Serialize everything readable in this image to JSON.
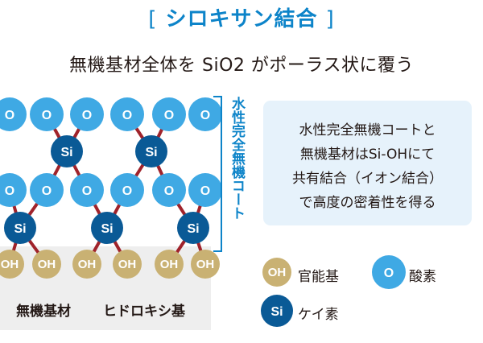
{
  "header": {
    "title_open": "[",
    "title": "シロキサン結合",
    "title_close": "]",
    "subtitle": "無機基材全体を SiO2 がポーラス状に覆う"
  },
  "diagram": {
    "vertical_label": "水性完全無機コート",
    "oxygen_symbol": "O",
    "silicon_symbol": "Si",
    "hydroxyl_symbol": "OH",
    "substrate_left": "無機基材",
    "substrate_right": "ヒドロキシ基"
  },
  "info_box": {
    "lines": [
      "水性完全無機コートと",
      "無機基材はSi-OHにて",
      "共有結合（イオン結合）",
      "で高度の密着性を得る"
    ]
  },
  "legend": {
    "items": [
      {
        "symbol": "OH",
        "label": "官能基",
        "color": "#c9b173"
      },
      {
        "symbol": "O",
        "label": "酸素",
        "color": "#3fa9e4"
      },
      {
        "symbol": "Si",
        "label": "ケイ素",
        "color": "#0a5a96"
      }
    ]
  },
  "colors": {
    "accent": "#0d84c9",
    "oxygen": "#3fa9e4",
    "silicon": "#0a5a96",
    "hydroxyl": "#c9b173",
    "bond": "#a0232b",
    "substrate": "#eeeeee",
    "info_bg": "#e6f2fb"
  }
}
